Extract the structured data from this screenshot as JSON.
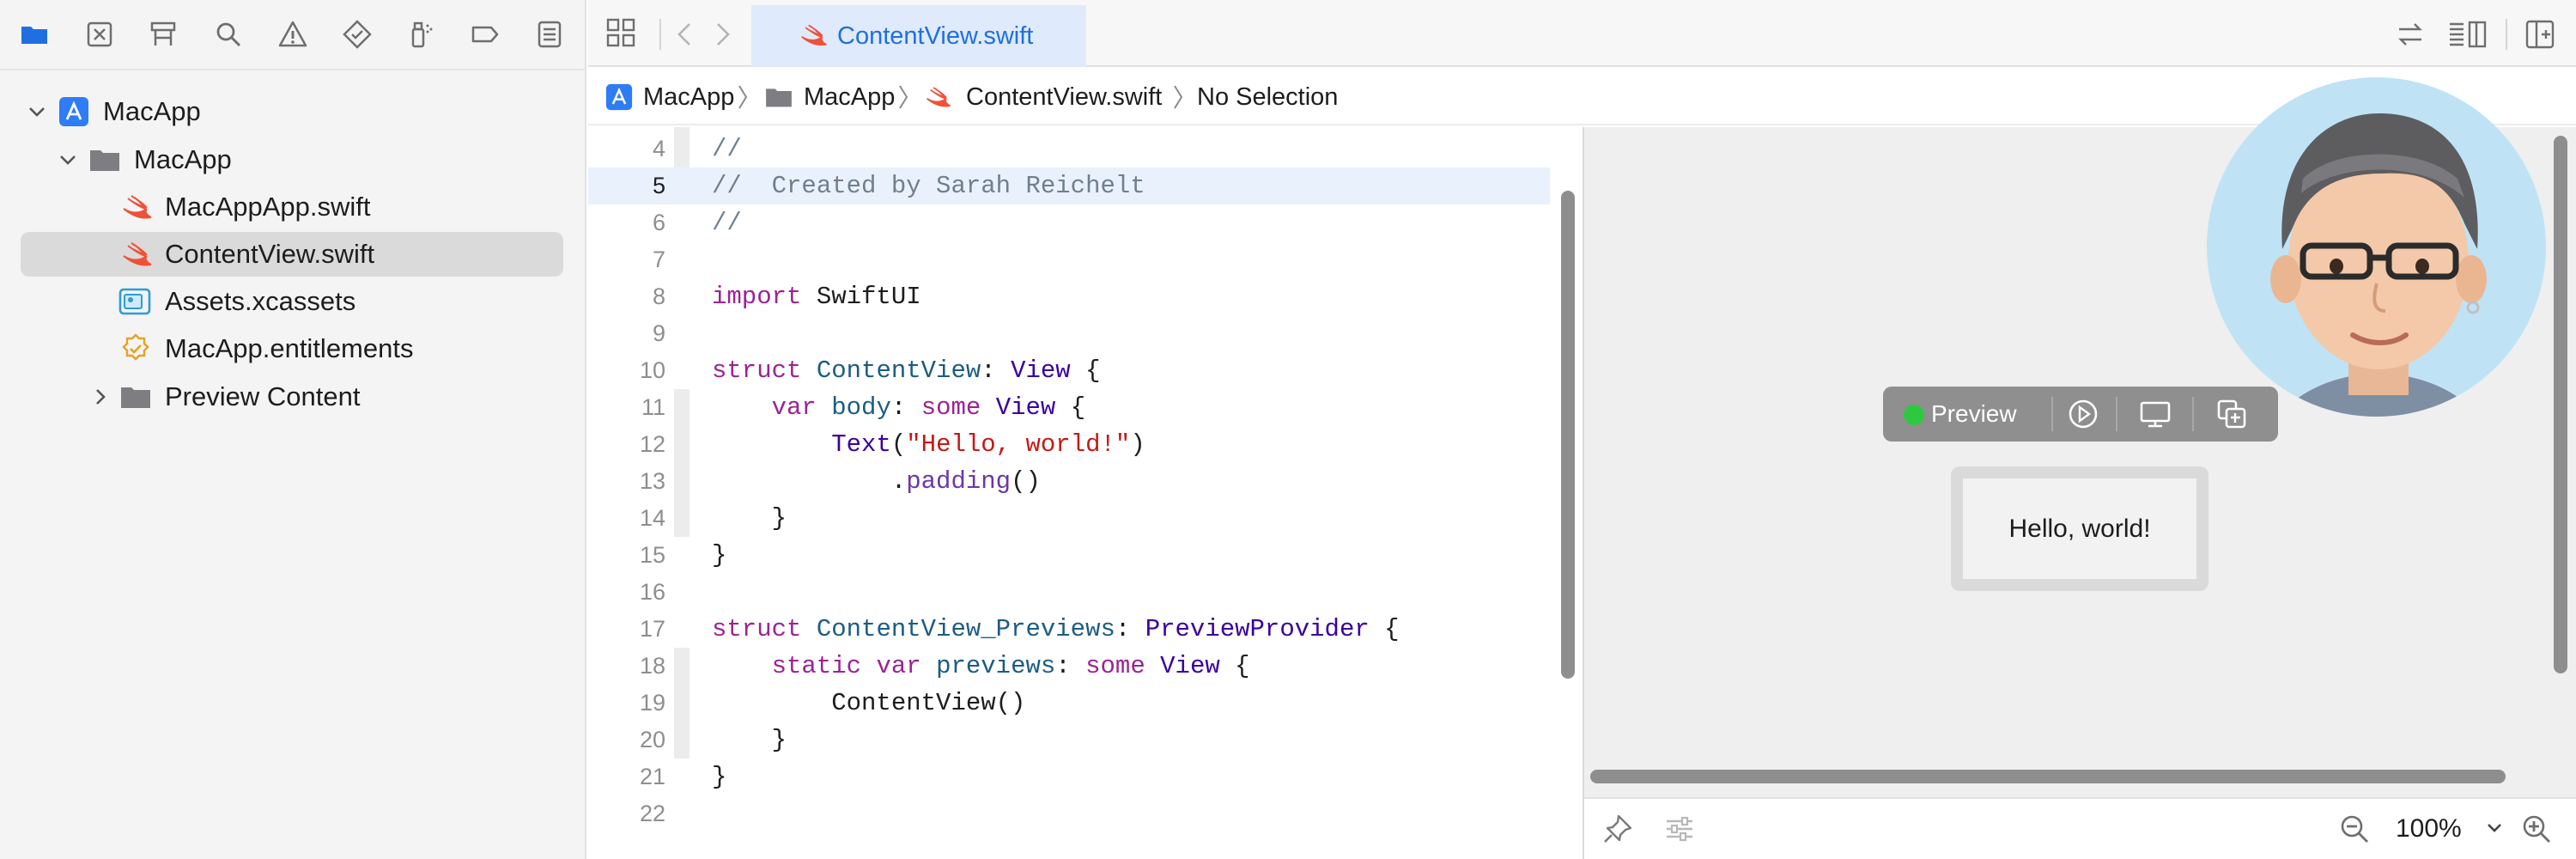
{
  "navigator": {
    "toolbar_icons": [
      "folder-icon",
      "source-control-icon",
      "symbol-hierarchy-icon",
      "search-icon",
      "warning-icon",
      "test-diamond-icon",
      "debug-spray-icon",
      "breakpoint-icon",
      "report-icon"
    ],
    "tree": [
      {
        "label": "MacApp",
        "icon": "app-project-icon",
        "expanded": true
      },
      {
        "label": "MacApp",
        "icon": "folder-icon",
        "expanded": true
      },
      {
        "label": "MacAppApp.swift",
        "icon": "swift-file-icon"
      },
      {
        "label": "ContentView.swift",
        "icon": "swift-file-icon",
        "selected": true
      },
      {
        "label": "Assets.xcassets",
        "icon": "asset-catalog-icon"
      },
      {
        "label": "MacApp.entitlements",
        "icon": "entitlements-icon"
      },
      {
        "label": "Preview Content",
        "icon": "folder-icon",
        "expanded": false
      }
    ]
  },
  "editor": {
    "active_tab": "ContentView.swift",
    "breadcrumb": [
      "MacApp",
      "MacApp",
      "ContentView.swift",
      "No Selection"
    ],
    "current_line": 5,
    "line_numbers": [
      "4",
      "5",
      "6",
      "7",
      "8",
      "9",
      "10",
      "11",
      "12",
      "13",
      "14",
      "15",
      "16",
      "17",
      "18",
      "19",
      "20",
      "21",
      "22"
    ]
  },
  "canvas": {
    "preview_label": "Preview",
    "preview_text": "Hello, world!",
    "zoom": "100%"
  },
  "colors": {
    "accent": "#1f6fe0",
    "swift_orange": "#f05138",
    "live_green": "#2ec840",
    "keyword": "#9b2393",
    "string": "#c41a16",
    "comment": "#707f8c"
  }
}
